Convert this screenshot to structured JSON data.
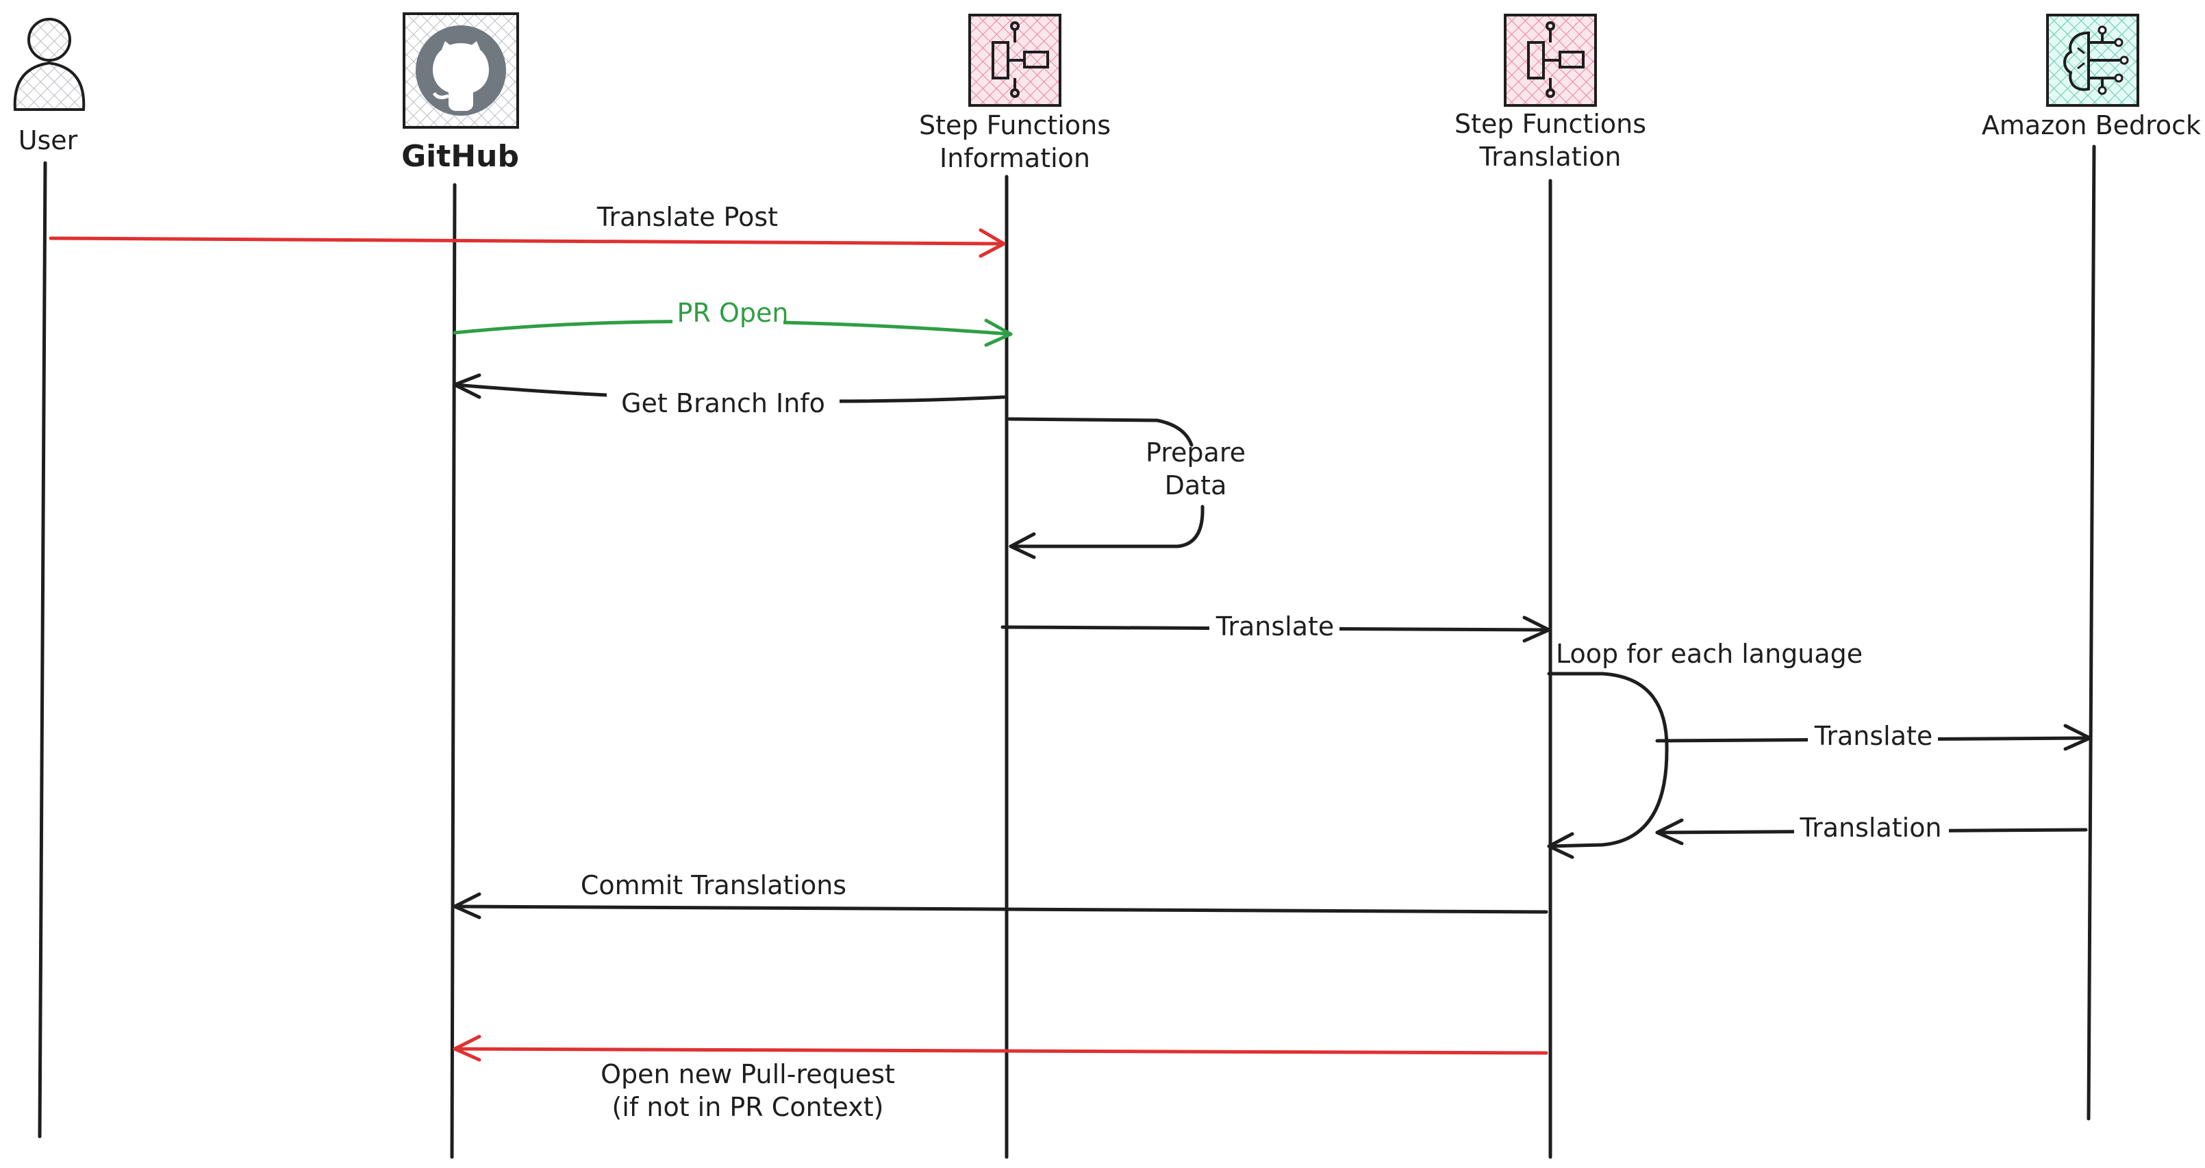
{
  "actors": [
    {
      "key": "user",
      "name": "User",
      "icon": "user-icon"
    },
    {
      "key": "github",
      "name": "GitHub",
      "icon": "github-icon"
    },
    {
      "key": "sf_info",
      "name_line1": "Step Functions",
      "name_line2": "Information",
      "icon": "step-functions-icon"
    },
    {
      "key": "sf_trans",
      "name_line1": "Step Functions",
      "name_line2": "Translation",
      "icon": "step-functions-icon"
    },
    {
      "key": "bedrock",
      "name": "Amazon Bedrock",
      "icon": "bedrock-brain-icon"
    }
  ],
  "messages": {
    "translate_post": "Translate Post",
    "pr_open": "PR Open",
    "get_branch_info": "Get Branch Info",
    "prepare_data_line1": "Prepare",
    "prepare_data_line2": "Data",
    "translate_to_sf": "Translate",
    "loop_label": "Loop for each language",
    "translate_to_bedrock": "Translate",
    "translation_return": "Translation",
    "commit_translations": "Commit Translations",
    "open_pr_line1": "Open new Pull-request",
    "open_pr_line2": "(if not in PR Context)"
  },
  "colors": {
    "red_arrow": "#e03131",
    "green_arrow": "#2f9e44",
    "github_circle": "#6c757d",
    "step_functions_fill": "#f8d7e0",
    "step_functions_stroke": "#c2255c",
    "bedrock_fill": "#d3f9f1",
    "bedrock_stroke": "#0ca678"
  }
}
